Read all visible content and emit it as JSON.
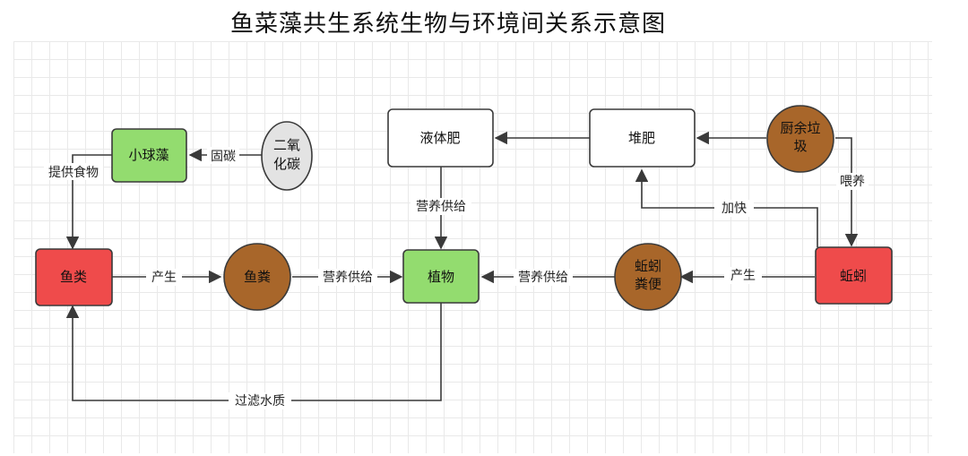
{
  "title": "鱼菜藻共生系统生物与环境间关系示意图",
  "colors": {
    "red": "#ef4b4b",
    "green": "#93dc6f",
    "brown": "#a8662a",
    "gray": "#e3e3e3",
    "white": "#ffffff",
    "stroke": "#3a3a3a"
  },
  "nodes": {
    "fish": "鱼类",
    "algae": "小球藻",
    "co2_l1": "二氧",
    "co2_l2": "化碳",
    "fish_waste": "鱼粪",
    "plant": "植物",
    "liquid_fertilizer": "液体肥",
    "compost": "堆肥",
    "kitchen_l1": "厨余垃",
    "kitchen_l2": "圾",
    "worm_waste_l1": "蚯蚓",
    "worm_waste_l2": "粪便",
    "worm": "蚯蚓"
  },
  "edges": {
    "co2_to_algae": "固碳",
    "algae_to_fish": "提供食物",
    "fish_to_waste": "产生",
    "waste_to_plant": "营养供给",
    "liquid_to_plant": "营养供给",
    "wormwaste_to_plant": "营养供给",
    "worm_to_wormwaste": "产生",
    "worm_to_compost": "加快",
    "kitchen_to_worm": "喂养",
    "plant_to_fish": "过滤水质"
  }
}
